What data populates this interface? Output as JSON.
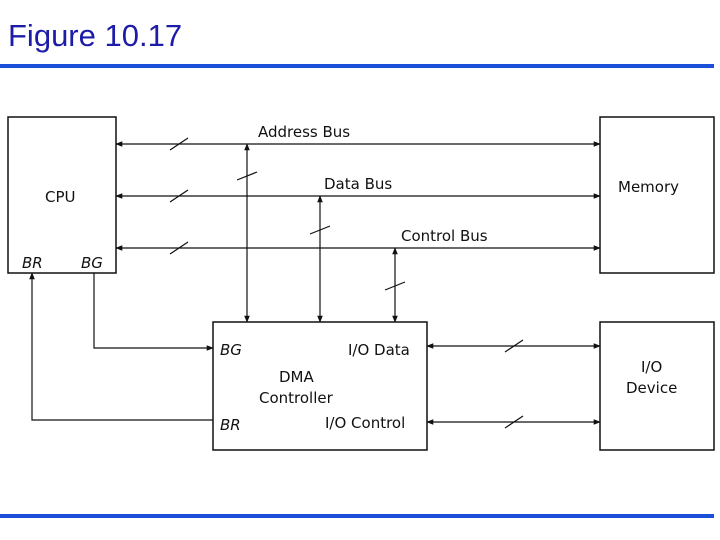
{
  "slide": {
    "title": "Figure 10.17",
    "accent_color": "#1c4fd8",
    "title_color": "#1c1ca8"
  },
  "diagram": {
    "buses": {
      "address": "Address Bus",
      "data": "Data Bus",
      "control": "Control Bus"
    },
    "cpu": {
      "label": "CPU",
      "br": "BR",
      "bg": "BG"
    },
    "memory": {
      "label": "Memory"
    },
    "dma": {
      "line1": "DMA",
      "line2": "Controller",
      "bg": "BG",
      "br": "BR",
      "io_data": "I/O Data",
      "io_control": "I/O Control"
    },
    "io_device": {
      "line1": "I/O",
      "line2": "Device"
    }
  }
}
